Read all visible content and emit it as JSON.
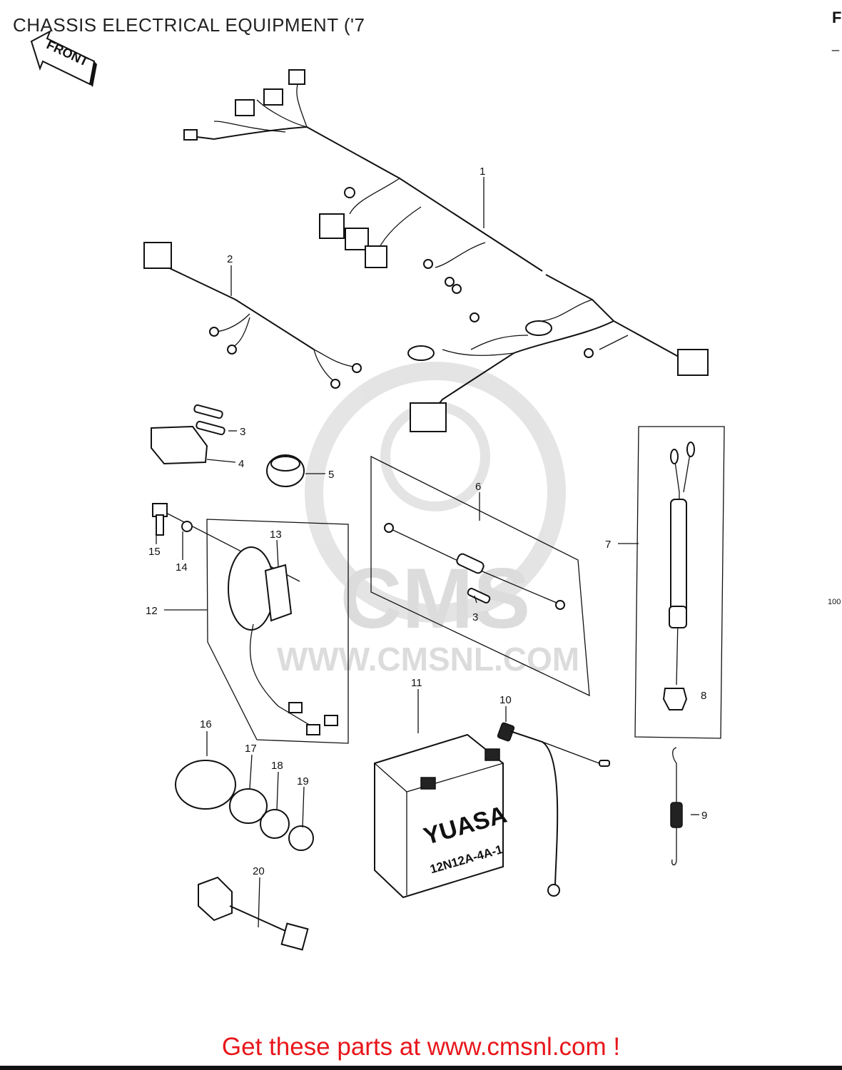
{
  "header": {
    "title": "CHASSIS ELECTRICAL EQUIPMENT ('7",
    "corner_letter": "F",
    "corner_dash": "_",
    "side_code": "100"
  },
  "front_arrow": {
    "label": "FRONT"
  },
  "watermark": {
    "text": "WWW.CMSNL.COM",
    "logo_text": "CMS"
  },
  "battery": {
    "brand": "YUASA",
    "model": "12N12A-4A-1"
  },
  "callouts": [
    "1",
    "2",
    "3",
    "4",
    "5",
    "6",
    "3",
    "7",
    "8",
    "9",
    "10",
    "11",
    "12",
    "13",
    "14",
    "15",
    "16",
    "17",
    "18",
    "19",
    "20"
  ],
  "footer": {
    "text": "Get these parts at www.cmsnl.com !"
  },
  "colors": {
    "footer_text": "#e8161b",
    "line_art": "#111111",
    "watermark": "#d9d9d9"
  }
}
